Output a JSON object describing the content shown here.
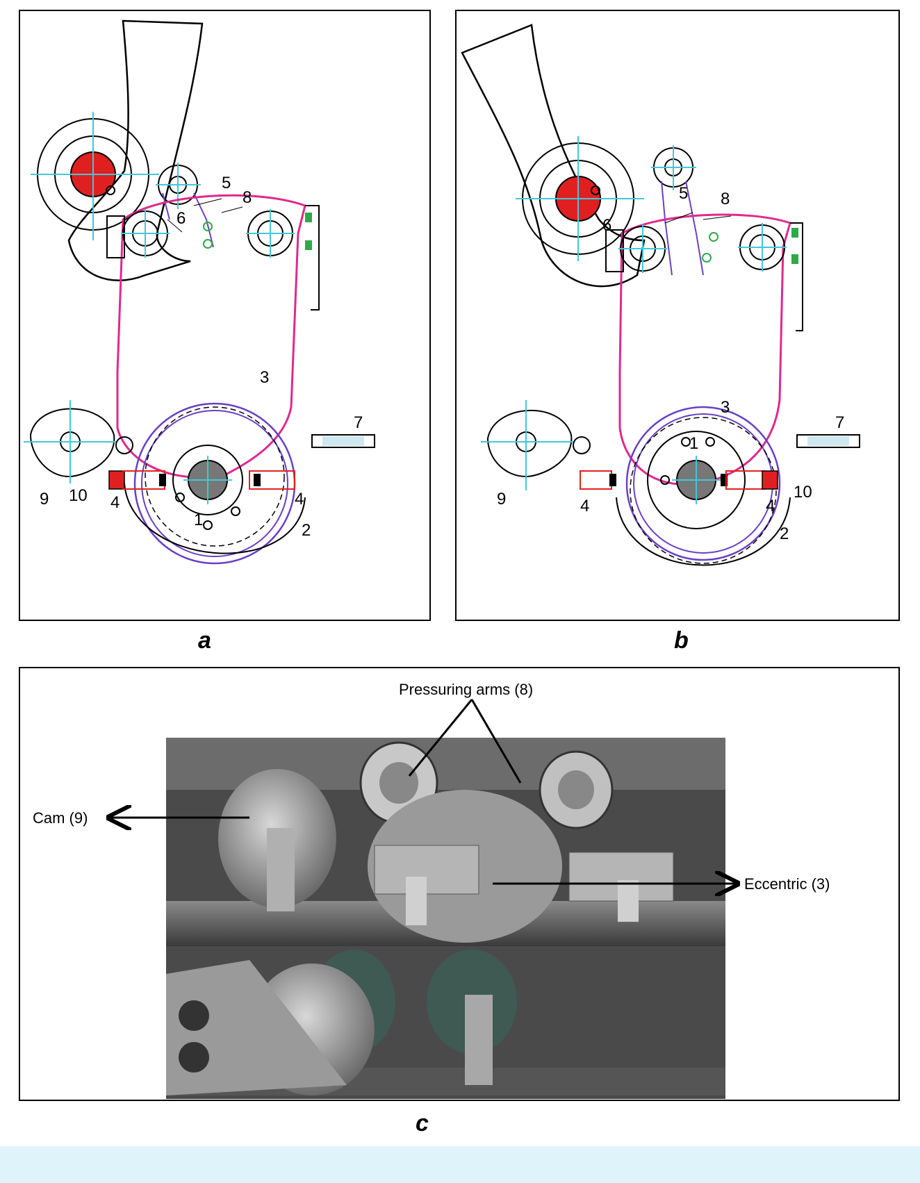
{
  "panels": {
    "a": {
      "label": "a",
      "part_numbers": [
        "1",
        "2",
        "3",
        "4",
        "4",
        "5",
        "6",
        "7",
        "8",
        "9",
        "10"
      ]
    },
    "b": {
      "label": "b",
      "part_numbers": [
        "1",
        "2",
        "3",
        "4",
        "4",
        "5",
        "6",
        "7",
        "8",
        "9",
        "10"
      ]
    },
    "c": {
      "label": "c",
      "annotations": {
        "pressuring_arms": "Pressuring arms (8)",
        "cam": "Cam (9)",
        "eccentric": "Eccentric (3)"
      }
    }
  },
  "colors": {
    "outline": "#000000",
    "magenta": "#e0288c",
    "purple": "#6a3fc4",
    "red": "#e02020",
    "cyan": "#40c8d8",
    "green": "#2fa84a",
    "band": "#dff3fb"
  }
}
